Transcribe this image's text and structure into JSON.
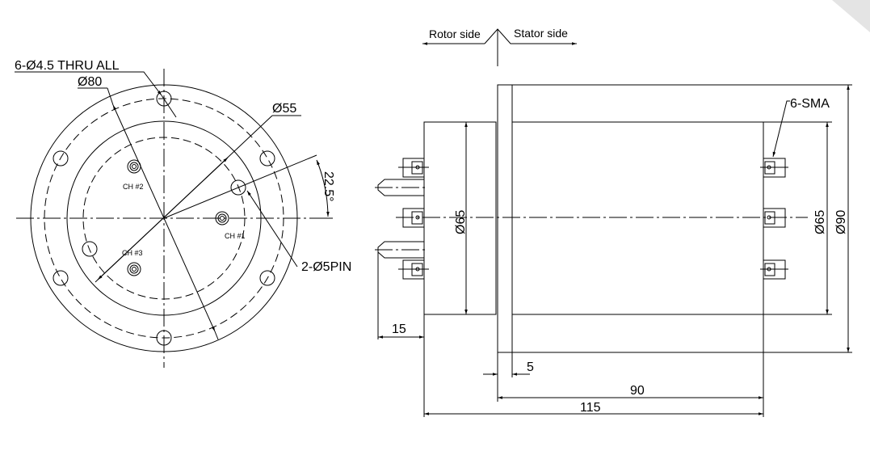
{
  "front_view": {
    "hole_callout": "6-Ø4.5 THRU ALL",
    "bolt_circle_dim": "Ø80",
    "inner_dim": "Ø55",
    "angle_dim": "22.5°",
    "pin_callout": "2-Ø5PIN",
    "channels": [
      "CH #1",
      "CH #2",
      "CH #3"
    ]
  },
  "side_view": {
    "rotor_label": "Rotor side",
    "stator_label": "Stator side",
    "connector_callout": "6-SMA",
    "rotor_dia": "Ø65",
    "stator_dia": "Ø65",
    "flange_dia": "Ø90",
    "pin_length": "15",
    "flange_thickness": "5",
    "body_length": "90",
    "overall_length": "115"
  },
  "colors": {
    "line": "#000000",
    "background": "#ffffff"
  }
}
